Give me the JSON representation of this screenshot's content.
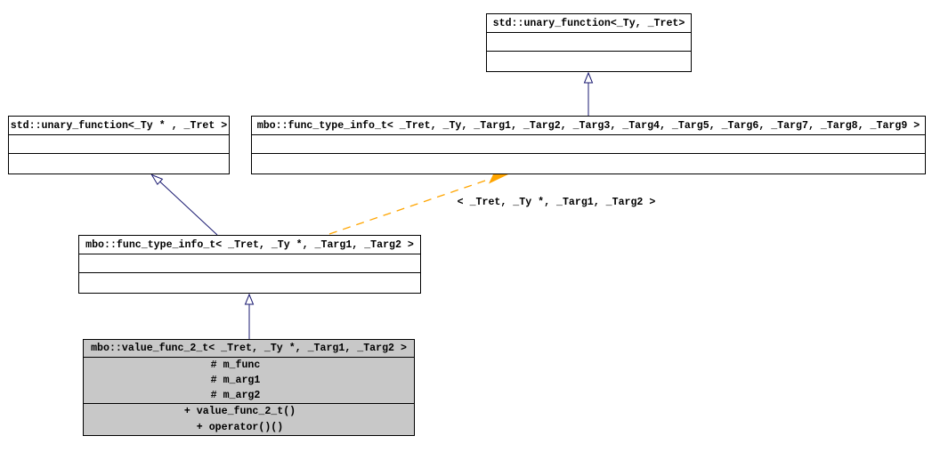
{
  "diagram": {
    "type": "class-inheritance-diagram",
    "nodes": {
      "std_unary": {
        "label": "std::unary_function<_Ty, _Tret>"
      },
      "std_unary_ptr": {
        "label": "std::unary_function<_Ty * , _Tret >"
      },
      "func_info_general": {
        "label": "mbo::func_type_info_t< _Tret, _Ty, _Targ1, _Targ2, _Targ3, _Targ4, _Targ5, _Targ6, _Targ7, _Targ8, _Targ9 >"
      },
      "func_info_spec": {
        "label": "mbo::func_type_info_t< _Tret, _Ty *, _Targ1, _Targ2 >"
      },
      "value_func": {
        "label": "mbo::value_func_2_t< _Tret, _Ty *, _Targ1, _Targ2 >",
        "attributes": [
          "# m_func",
          "# m_arg1",
          "# m_arg2"
        ],
        "methods": [
          "+ value_func_2_t()",
          "+ operator()()"
        ]
      }
    },
    "edges": {
      "template_instantiation": {
        "label": "< _Tret, _Ty *, _Targ1, _Targ2 >"
      }
    },
    "colors": {
      "inheritance_line": "#191970",
      "template_line": "#ffa500",
      "node_border": "#000000",
      "node_fill": "#ffffff",
      "selected_fill": "#c8c8c8",
      "text": "#000000",
      "background": "#ffffff"
    }
  }
}
